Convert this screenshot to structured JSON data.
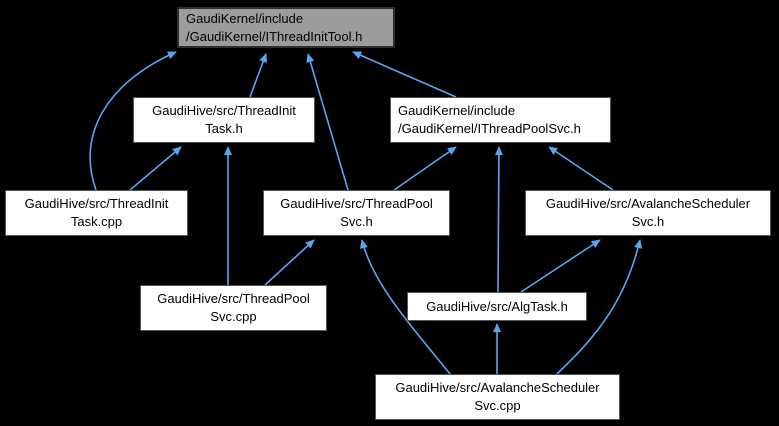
{
  "diagram": {
    "type": "include-dependency-graph",
    "colors": {
      "background": "#000000",
      "edge": "#58a6f2",
      "node_fill": "#ffffff",
      "node_border": "#555555",
      "highlight_fill": "#9c9c9c",
      "highlight_border": "#2e2e2e",
      "text": "#000000"
    },
    "nodes": [
      {
        "id": "ithreadinittool-h",
        "label": "GaudiKernel/include/GaudiKernel/IThreadInitTool.h",
        "lines": [
          "GaudiKernel/include",
          "/GaudiKernel/IThreadInitTool.h"
        ],
        "highlighted": true
      },
      {
        "id": "threadinittask-h",
        "label": "GaudiHive/src/ThreadInitTask.h",
        "lines": [
          "GaudiHive/src/ThreadInit",
          "Task.h"
        ],
        "highlighted": false
      },
      {
        "id": "ithreadpoolsvc-h",
        "label": "GaudiKernel/include/GaudiKernel/IThreadPoolSvc.h",
        "lines": [
          "GaudiKernel/include",
          "/GaudiKernel/IThreadPoolSvc.h"
        ],
        "highlighted": false
      },
      {
        "id": "threadinittask-cpp",
        "label": "GaudiHive/src/ThreadInitTask.cpp",
        "lines": [
          "GaudiHive/src/ThreadInit",
          "Task.cpp"
        ],
        "highlighted": false
      },
      {
        "id": "threadpoolsvc-h",
        "label": "GaudiHive/src/ThreadPoolSvc.h",
        "lines": [
          "GaudiHive/src/ThreadPool",
          "Svc.h"
        ],
        "highlighted": false
      },
      {
        "id": "avalancheschedulersvc-h",
        "label": "GaudiHive/src/AvalancheSchedulerSvc.h",
        "lines": [
          "GaudiHive/src/AvalancheScheduler",
          "Svc.h"
        ],
        "highlighted": false
      },
      {
        "id": "threadpoolsvc-cpp",
        "label": "GaudiHive/src/ThreadPoolSvc.cpp",
        "lines": [
          "GaudiHive/src/ThreadPool",
          "Svc.cpp"
        ],
        "highlighted": false
      },
      {
        "id": "algtask-h",
        "label": "GaudiHive/src/AlgTask.h",
        "lines": [
          "GaudiHive/src/AlgTask.h"
        ],
        "highlighted": false
      },
      {
        "id": "avalancheschedulersvc-cpp",
        "label": "GaudiHive/src/AvalancheSchedulerSvc.cpp",
        "lines": [
          "GaudiHive/src/AvalancheScheduler",
          "Svc.cpp"
        ],
        "highlighted": false
      }
    ],
    "edges": [
      {
        "from": "threadinittask-cpp",
        "to": "ithreadinittool-h"
      },
      {
        "from": "threadinittask-h",
        "to": "ithreadinittool-h"
      },
      {
        "from": "threadpoolsvc-h",
        "to": "ithreadinittool-h"
      },
      {
        "from": "ithreadpoolsvc-h",
        "to": "ithreadinittool-h"
      },
      {
        "from": "threadinittask-cpp",
        "to": "threadinittask-h"
      },
      {
        "from": "threadpoolsvc-cpp",
        "to": "threadinittask-h"
      },
      {
        "from": "threadpoolsvc-h",
        "to": "ithreadpoolsvc-h"
      },
      {
        "from": "algtask-h",
        "to": "ithreadpoolsvc-h"
      },
      {
        "from": "avalancheschedulersvc-h",
        "to": "ithreadpoolsvc-h"
      },
      {
        "from": "threadpoolsvc-cpp",
        "to": "threadpoolsvc-h"
      },
      {
        "from": "avalancheschedulersvc-cpp",
        "to": "threadpoolsvc-h"
      },
      {
        "from": "algtask-h",
        "to": "avalancheschedulersvc-h"
      },
      {
        "from": "avalancheschedulersvc-cpp",
        "to": "avalancheschedulersvc-h"
      },
      {
        "from": "avalancheschedulersvc-cpp",
        "to": "algtask-h"
      }
    ]
  }
}
